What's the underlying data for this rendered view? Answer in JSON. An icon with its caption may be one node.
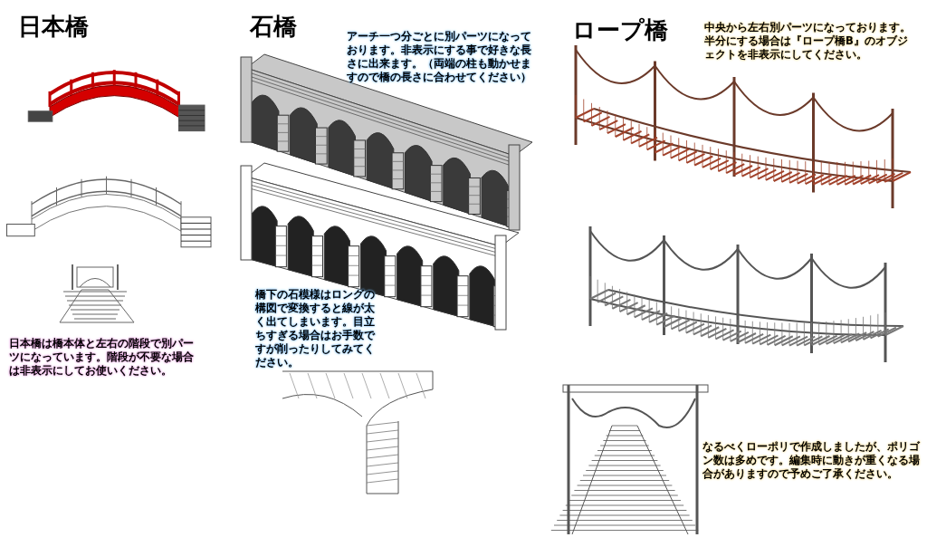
{
  "diagram": {
    "labels": [
      "日本橋",
      "石橋",
      "アーチ一つ分ごとに別パーツになっております。非表示にする事で好きな長さに出来ます。（両端の柱も動かせますので橋の長さに合わせてください）",
      "ロープ橋",
      "中央から左右別パーツになっております。半分にする場合は『ロープ橋B』のオブジェクトを非表示にしてください。",
      "日本橋は橋本体と左右の階段で別パーツになっています。階段が不要な場合は非表示にしてお使いください。",
      "橋下の石模様はロングの構図で変換すると線が太く出てしまいます。目立ちすぎる場合はお手数ですが削ったりしてみてください。",
      "なるべくローポリで作成しましたが、ポリゴン数は多めです。編集時に動きが重くなる場合がありますので予めご了承ください。"
    ]
  }
}
